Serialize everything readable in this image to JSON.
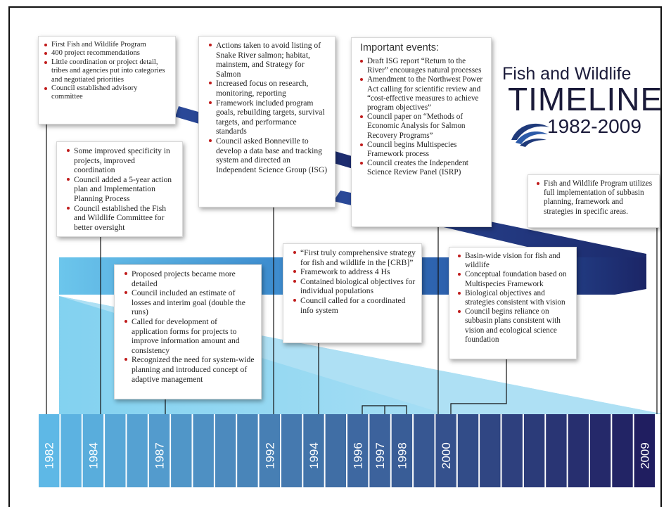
{
  "title": {
    "line1": "Fish and Wildlife",
    "line2": "TIMELINE",
    "line3": "1982-2009"
  },
  "colors": {
    "ribbon_dark": "#1c2a6b",
    "ribbon_light": "#5ab8e3",
    "bullet": "#c01b1b",
    "year_label": "#ffffff"
  },
  "years": [
    "1982",
    "1984",
    "1987",
    "1992",
    "1994",
    "1996",
    "1997",
    "1998",
    "2000",
    "2009"
  ],
  "boxes": {
    "b1982": {
      "items": [
        "First Fish and Wildlife Program",
        "400 project recommendations",
        "Little coordination or project detail, tribes and agencies put into categories and negotiated priorities",
        "Council established advisory committee"
      ]
    },
    "b1984": {
      "items": [
        "Some improved specificity in projects, improved coordination",
        "Council added a 5-year action plan and Implementation Planning Process",
        "Council established the Fish and Wildlife Committee for better oversight"
      ]
    },
    "b1987": {
      "items": [
        "Proposed projects became more detailed",
        "Council included an estimate of losses and interim goal (double the runs)",
        "Called for development of application forms for projects to improve information amount and consistency",
        "Recognized the need for system-wide planning and introduced concept of adaptive management"
      ]
    },
    "b1992": {
      "items": [
        "Actions taken to avoid listing of Snake River salmon; habitat, mainstem, and Strategy for Salmon",
        "Increased focus on research, monitoring, reporting",
        "Framework included program goals, rebuilding targets, survival targets, and performance standards",
        "Council asked Bonneville to develop a data base and tracking system and directed an Independent Science Group (ISG)"
      ]
    },
    "b1994": {
      "items": [
        "“First truly comprehensive strategy for fish and wildlife in the [CRB]”",
        "Framework to address 4 Hs",
        "Contained biological objectives for individual populations",
        "Council called for a coordinated info system"
      ]
    },
    "b1996": {
      "heading": "Important events:",
      "items": [
        "Draft ISG report “Return to the River” encourages natural processes",
        "Amendment to the Northwest Power Act calling for scientific review and “cost-effective measures to achieve program objectives”",
        "Council paper on “Methods of Economic Analysis for Salmon Recovery Programs”",
        "Council begins Multispecies Framework process",
        "Council creates the Independent Science Review Panel (ISRP)"
      ]
    },
    "b2000": {
      "items": [
        "Basin-wide vision for fish and wildlife",
        "Conceptual foundation based on Multispecies Framework",
        "Biological objectives and strategies consistent with vision",
        "Council begins reliance on subbasin plans consistent with vision and ecological science foundation"
      ]
    },
    "b2009": {
      "items": [
        "Fish and Wildlife Program utilizes full implementation of subbasin planning, framework and strategies in specific areas."
      ]
    }
  }
}
